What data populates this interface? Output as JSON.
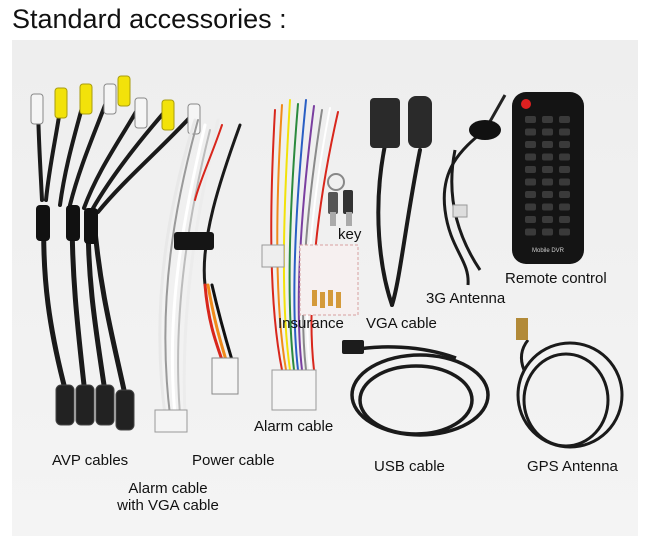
{
  "title": "Standard accessories :",
  "labels": {
    "avp": "AVP cables",
    "alarm_vga_1": "Alarm cable",
    "alarm_vga_2": "with VGA cable",
    "power": "Power cable",
    "alarm": "Alarm cable",
    "key": "key",
    "insurance": "Insurance",
    "vga": "VGA cable",
    "antenna3g": "3G Antenna",
    "remote": "Remote control",
    "usb": "USB  cable",
    "gps": "GPS Antenna"
  },
  "remote_text": "Mobile DVR",
  "colors": {
    "cable": "#1a1a1a",
    "rca_yellow": "#f2e20a",
    "rca_white": "#f5f5f5",
    "wire_red": "#d8261c",
    "wire_orange": "#f08a1a",
    "remote_power": "#e02020"
  }
}
